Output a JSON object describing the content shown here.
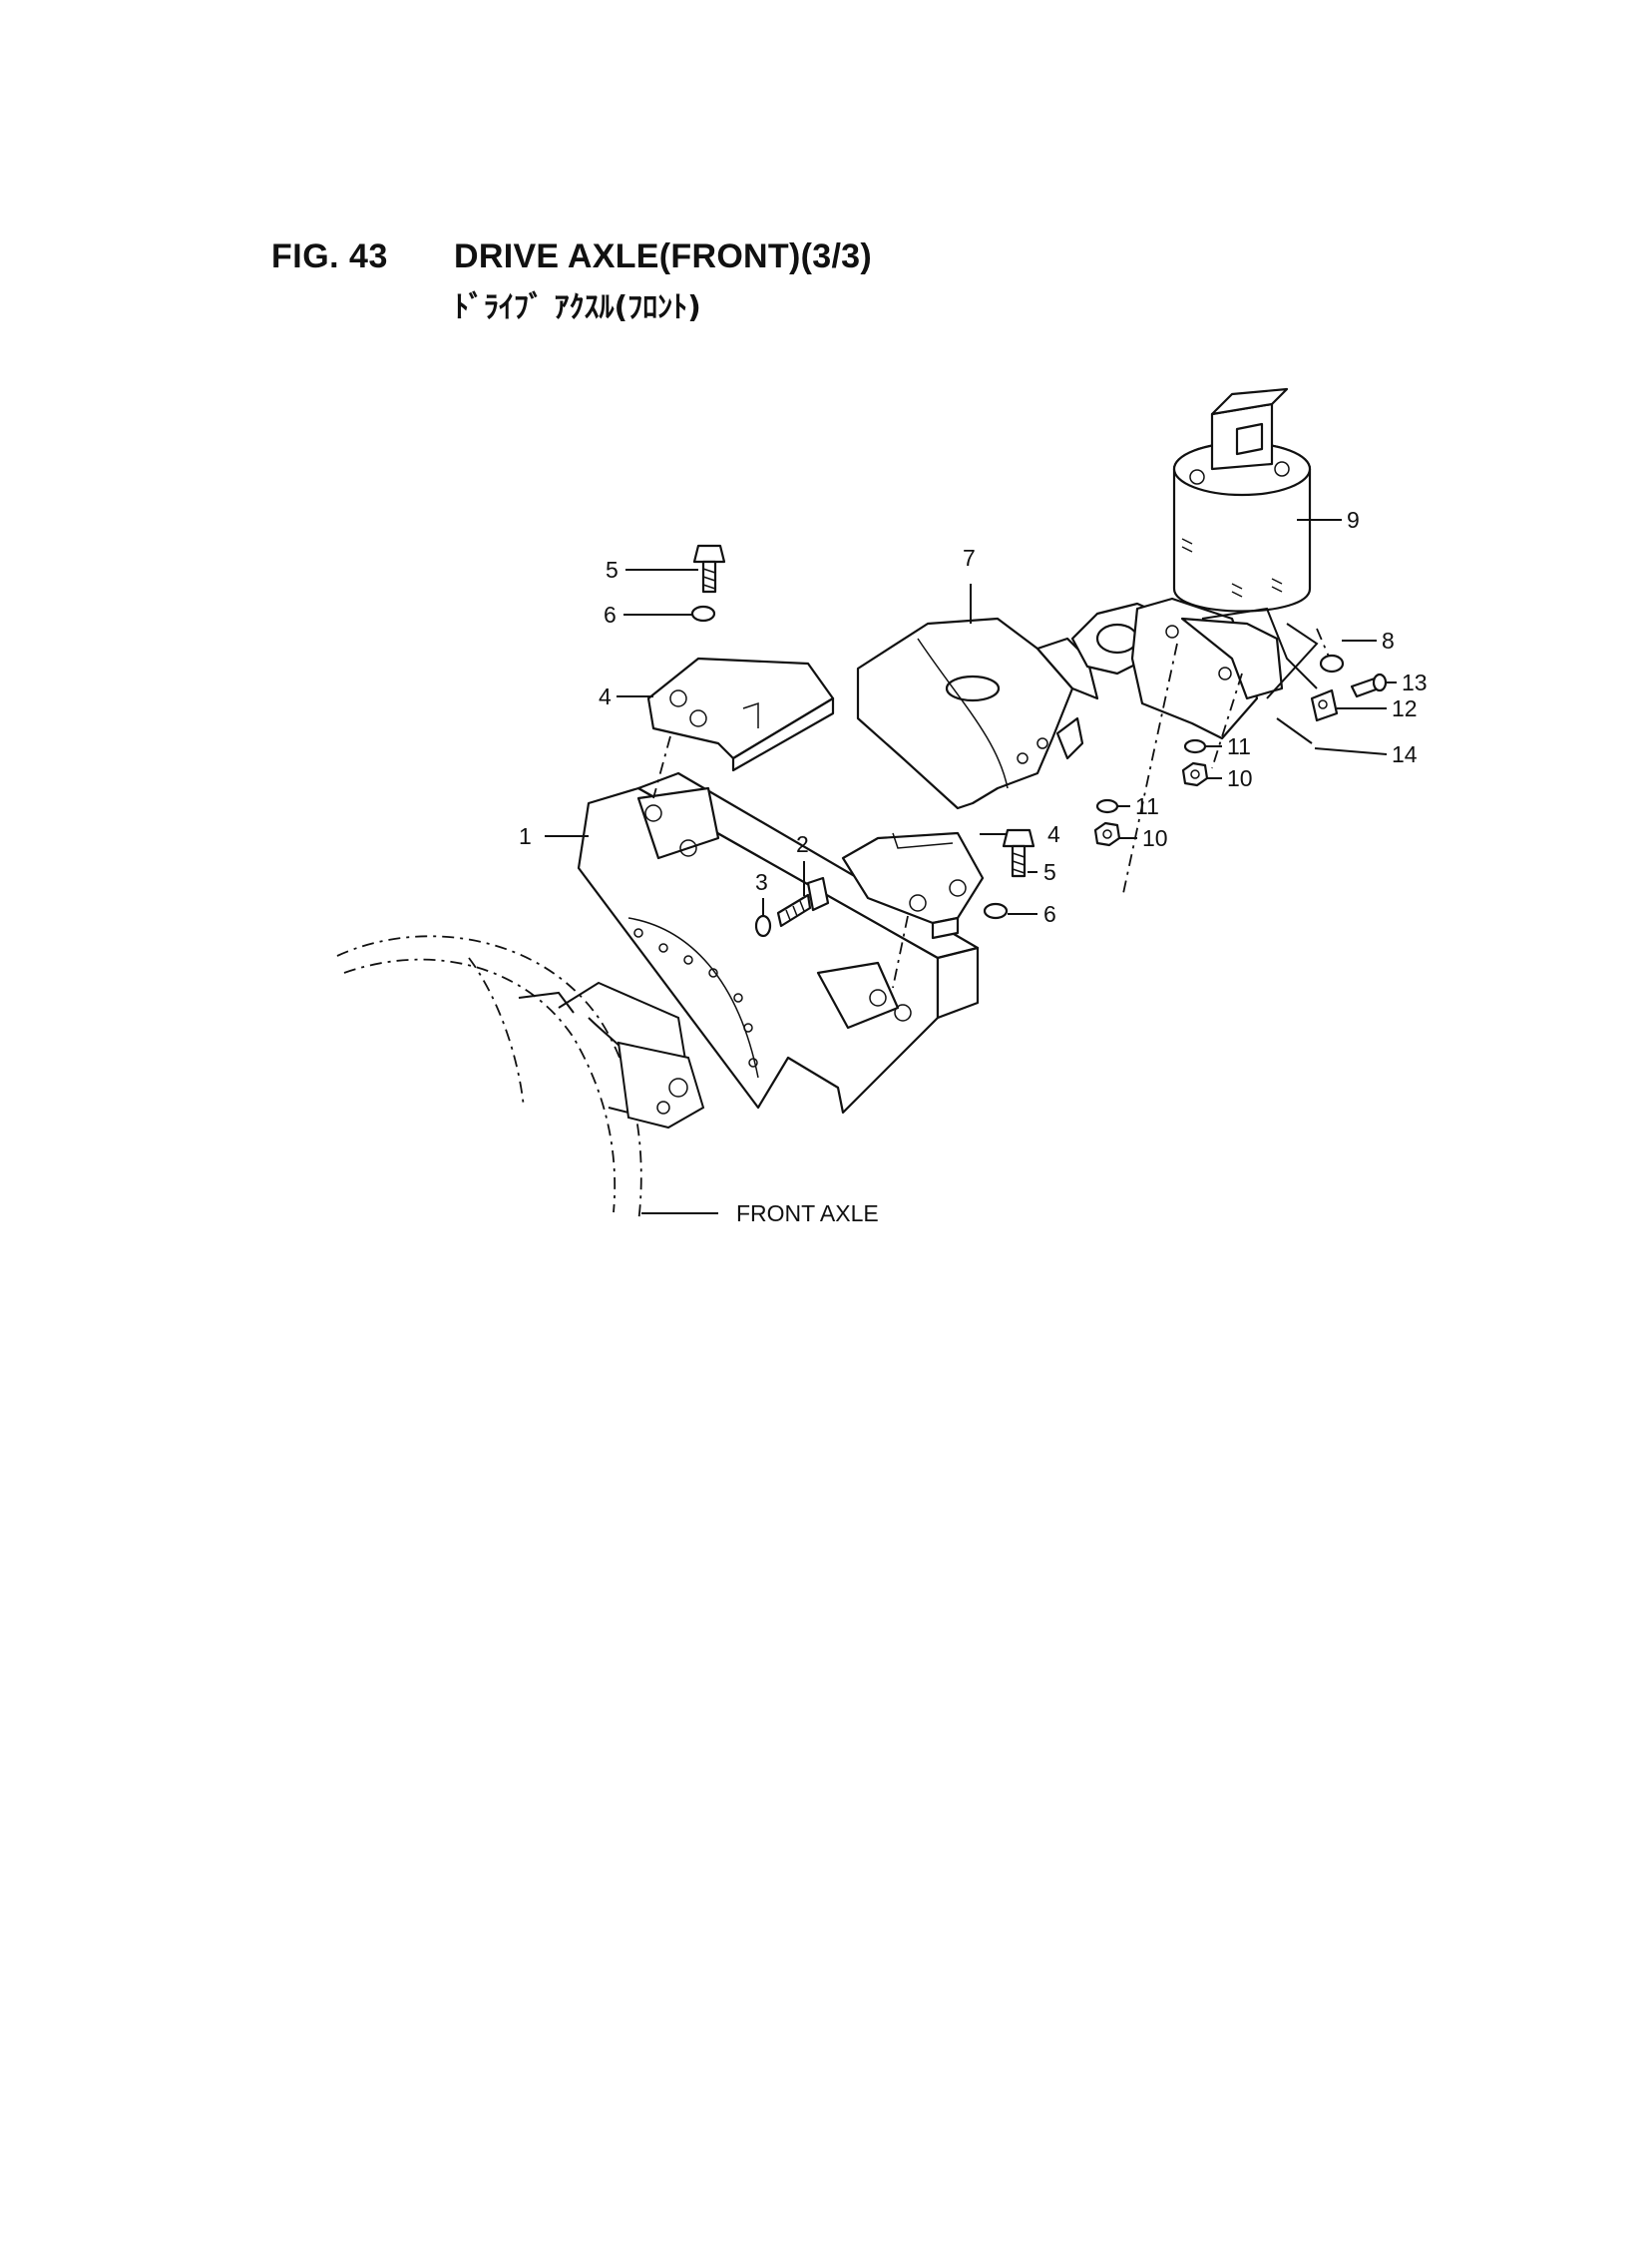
{
  "header": {
    "fig_no": "FIG. 43",
    "title": "DRIVE AXLE(FRONT)(3/3)",
    "subtitle": "ﾄﾞﾗｲﾌﾞ ｱｸｽﾙ(ﾌﾛﾝﾄ)"
  },
  "callouts": {
    "c1": "1",
    "c2": "2",
    "c3": "3",
    "c4a": "4",
    "c4b": "4",
    "c5a": "5",
    "c5b": "5",
    "c6a": "6",
    "c6b": "6",
    "c7": "7",
    "c8": "8",
    "c9": "9",
    "c10a": "10",
    "c10b": "10",
    "c11a": "11",
    "c11b": "11",
    "c12": "12",
    "c13": "13",
    "c14": "14"
  },
  "annotations": {
    "front_axle": "FRONT AXLE"
  }
}
